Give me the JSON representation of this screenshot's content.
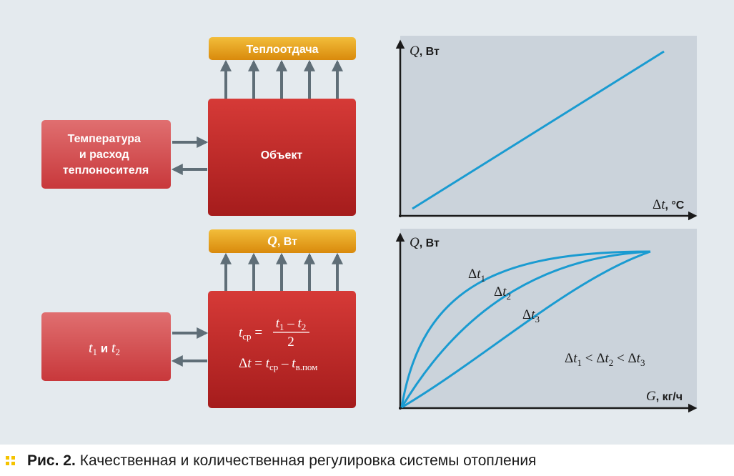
{
  "top_diagram": {
    "output_label": "Теплоотдача",
    "input_lines": [
      "Температура",
      "и расход",
      "теплоносителя"
    ],
    "object_label": "Объект"
  },
  "bottom_diagram": {
    "output_label_var": "Q",
    "output_label_unit": ", Вт",
    "input": {
      "a": "t",
      "a_sub": "1",
      "mid": " и ",
      "b": "t",
      "b_sub": "2"
    },
    "formula1": {
      "lhs": "t",
      "lhs_sub": "ср",
      "eq": " = ",
      "num_a": "t",
      "num_a_sub": "1",
      "minus": " – ",
      "num_b": "t",
      "num_b_sub": "2",
      "den": "2"
    },
    "formula2": {
      "delta": "Δ",
      "t": "t",
      "eq": " = ",
      "a": "t",
      "a_sub": "ср",
      "minus": " – ",
      "b": "t",
      "b_sub": "в.пом"
    }
  },
  "chart_top": {
    "y_label_var": "Q",
    "y_label_unit": ", Вт",
    "x_label_delta": "Δ",
    "x_label_var": "t",
    "x_label_unit": ", °C"
  },
  "chart_bottom": {
    "y_label_var": "Q",
    "y_label_unit": ", Вт",
    "x_label_var": "G",
    "x_label_unit": ", кг/ч",
    "curve_labels": [
      {
        "delta": "Δ",
        "t": "t",
        "sub": "1"
      },
      {
        "delta": "Δ",
        "t": "t",
        "sub": "2"
      },
      {
        "delta": "Δ",
        "t": "t",
        "sub": "3"
      }
    ],
    "inequality": [
      {
        "delta": "Δ",
        "t": "t",
        "sub": "1"
      },
      {
        "op": " < "
      },
      {
        "delta": "Δ",
        "t": "t",
        "sub": "2"
      },
      {
        "op": " < "
      },
      {
        "delta": "Δ",
        "t": "t",
        "sub": "3"
      }
    ]
  },
  "chart_data": [
    {
      "type": "line",
      "x": [
        0,
        1
      ],
      "y": [
        0,
        1
      ],
      "grid": false
    },
    {
      "type": "line",
      "x": [
        0,
        1
      ],
      "series": [
        {
          "name": "Δt1",
          "y": [
            0,
            1
          ]
        },
        {
          "name": "Δt2",
          "y": [
            0,
            1
          ]
        },
        {
          "name": "Δt3",
          "y": [
            0,
            1
          ]
        }
      ],
      "grid": false
    }
  ],
  "caption": {
    "prefix": "Рис. 2.",
    "text": "Качественная и количественная регулировка системы отопления"
  },
  "colors": {
    "panel": "#e4eaee",
    "chart_bg": "#cbd3db",
    "block_red": "#c42a2a",
    "block_light_red": "#d9575a",
    "orange": "#e6a312",
    "arrow": "#5f6e77",
    "curve": "#1a9bd1",
    "bullet": "#f5c300"
  }
}
